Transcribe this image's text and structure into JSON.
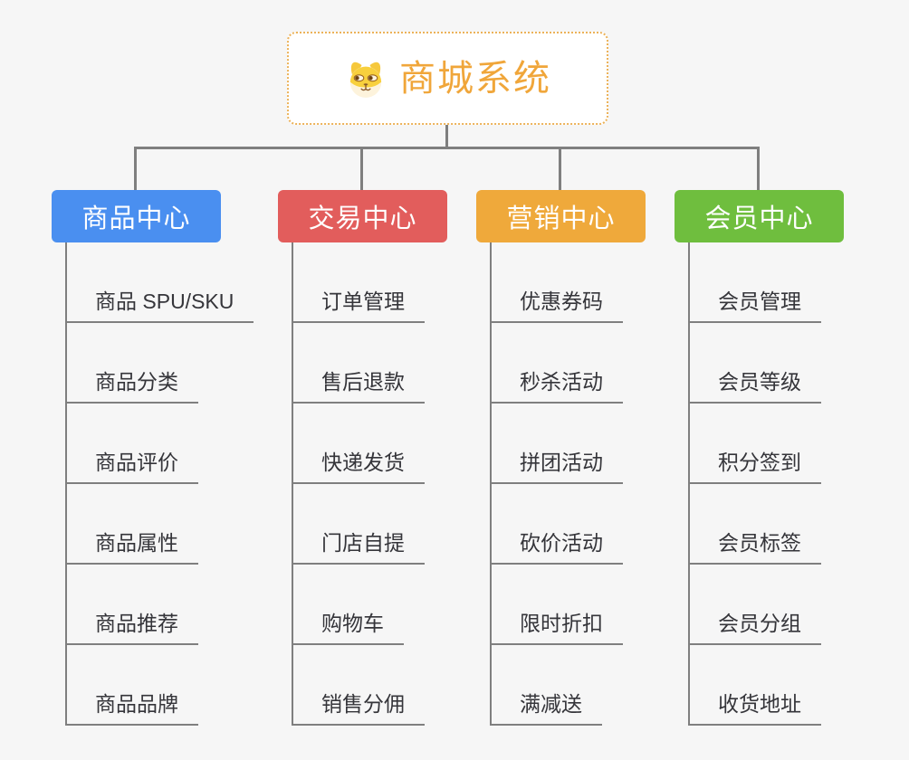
{
  "root": {
    "title": "商城系统",
    "accent_color": "#f0a63a",
    "border_color": "#ecb259",
    "icon": "shiba-dog-icon"
  },
  "connector_color": "#7f7f7f",
  "branches": [
    {
      "label": "商品中心",
      "color": "#4a8ff0",
      "items": [
        "商品 SPU/SKU",
        "商品分类",
        "商品评价",
        "商品属性",
        "商品推荐",
        "商品品牌"
      ]
    },
    {
      "label": "交易中心",
      "color": "#e25d5c",
      "items": [
        "订单管理",
        "售后退款",
        "快递发货",
        "门店自提",
        "购物车",
        "销售分佣"
      ]
    },
    {
      "label": "营销中心",
      "color": "#efa93b",
      "items": [
        "优惠券码",
        "秒杀活动",
        "拼团活动",
        "砍价活动",
        "限时折扣",
        "满减送"
      ]
    },
    {
      "label": "会员中心",
      "color": "#6fbe3e",
      "items": [
        "会员管理",
        "会员等级",
        "积分签到",
        "会员标签",
        "会员分组",
        "收货地址"
      ]
    }
  ]
}
